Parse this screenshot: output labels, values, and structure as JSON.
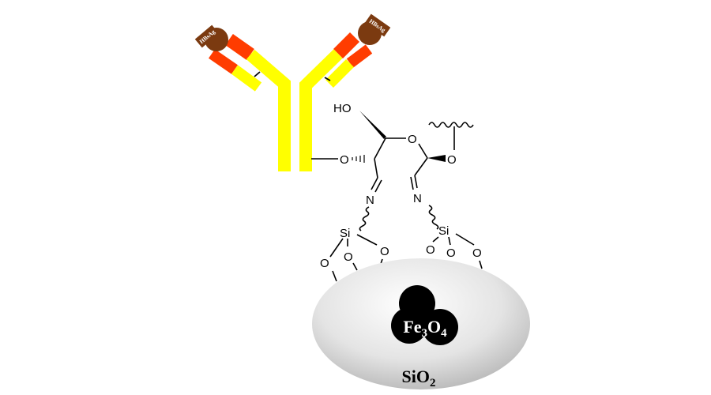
{
  "antigen": {
    "label_left": "HBsAg",
    "label_right": "HBsAg"
  },
  "chain": {
    "ho": "HO",
    "o_link": "O",
    "o_ring": "O",
    "o_glyco": "O",
    "n_left": "N",
    "n_right": "N",
    "si_left": "Si",
    "si_right": "Si",
    "o": "O"
  },
  "core": {
    "fe": "Fe",
    "fe_sub": "3",
    "o": "O",
    "o_sub": "4"
  },
  "shell": {
    "si": "SiO",
    "sub": "2"
  },
  "colors": {
    "heavy": "#ffff00",
    "variable": "#ff3c00",
    "antigen": "#7b3a10",
    "core": "#000000"
  }
}
